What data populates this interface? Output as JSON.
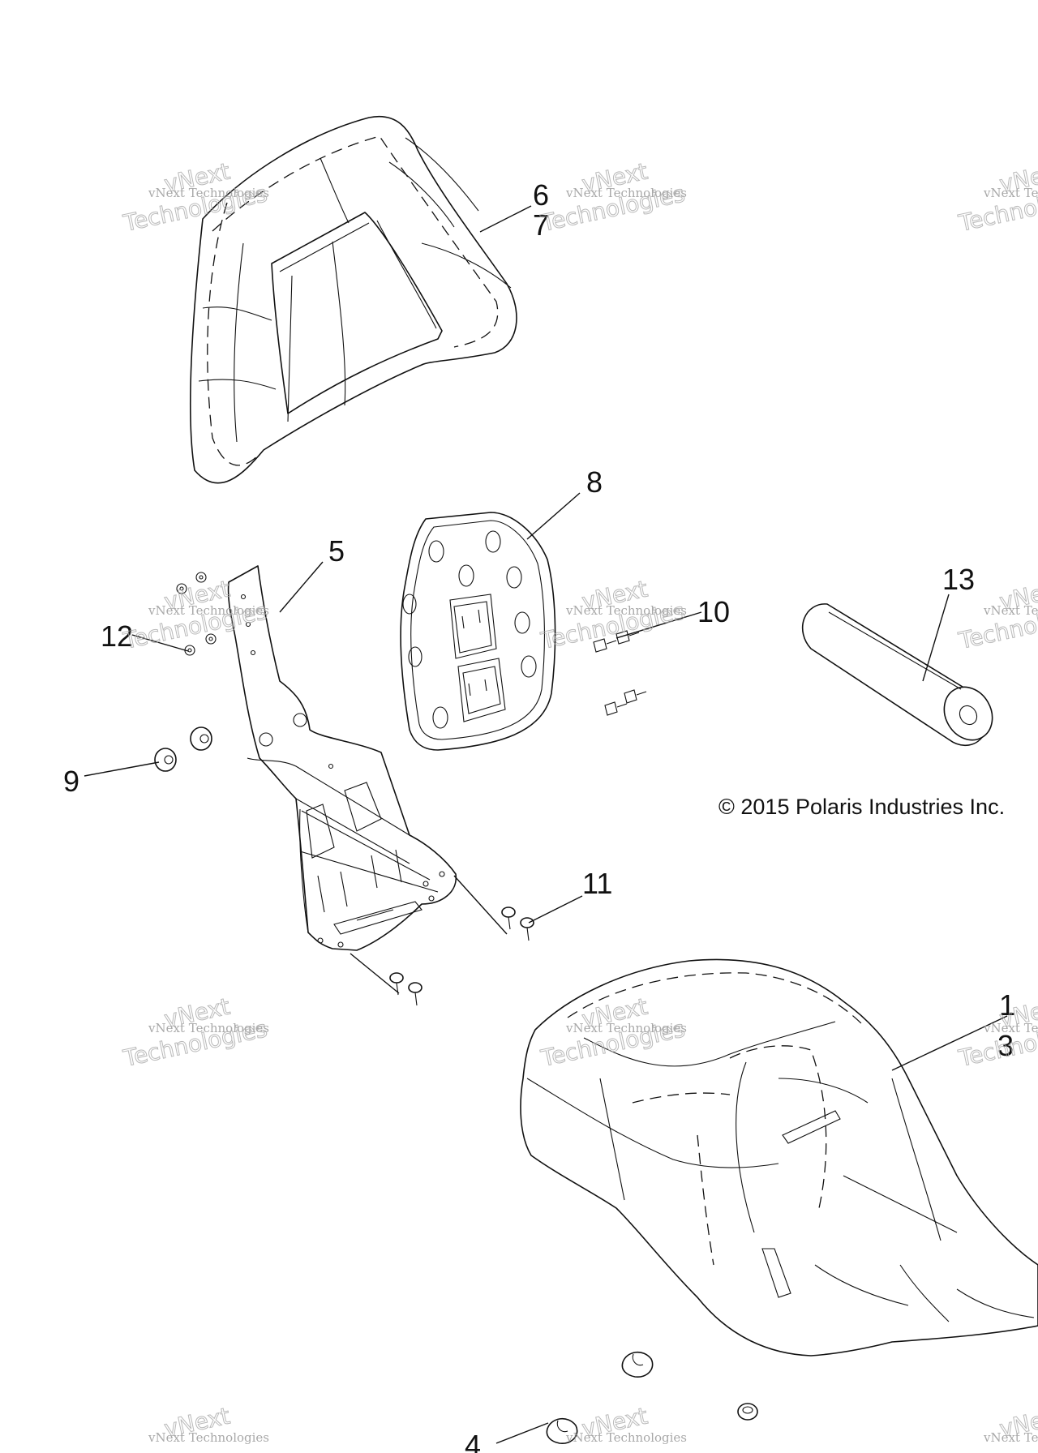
{
  "callouts": {
    "c1": "1",
    "c3": "3",
    "c4": "4",
    "c5": "5",
    "c6": "6",
    "c7": "7",
    "c8": "8",
    "c9": "9",
    "c10": "10",
    "c11": "11",
    "c12": "12",
    "c13": "13"
  },
  "copyright": "© 2015 Polaris Industries Inc.",
  "watermark": {
    "brand": "vNext",
    "line": "vNext Technologies",
    "big": "Technologies"
  }
}
